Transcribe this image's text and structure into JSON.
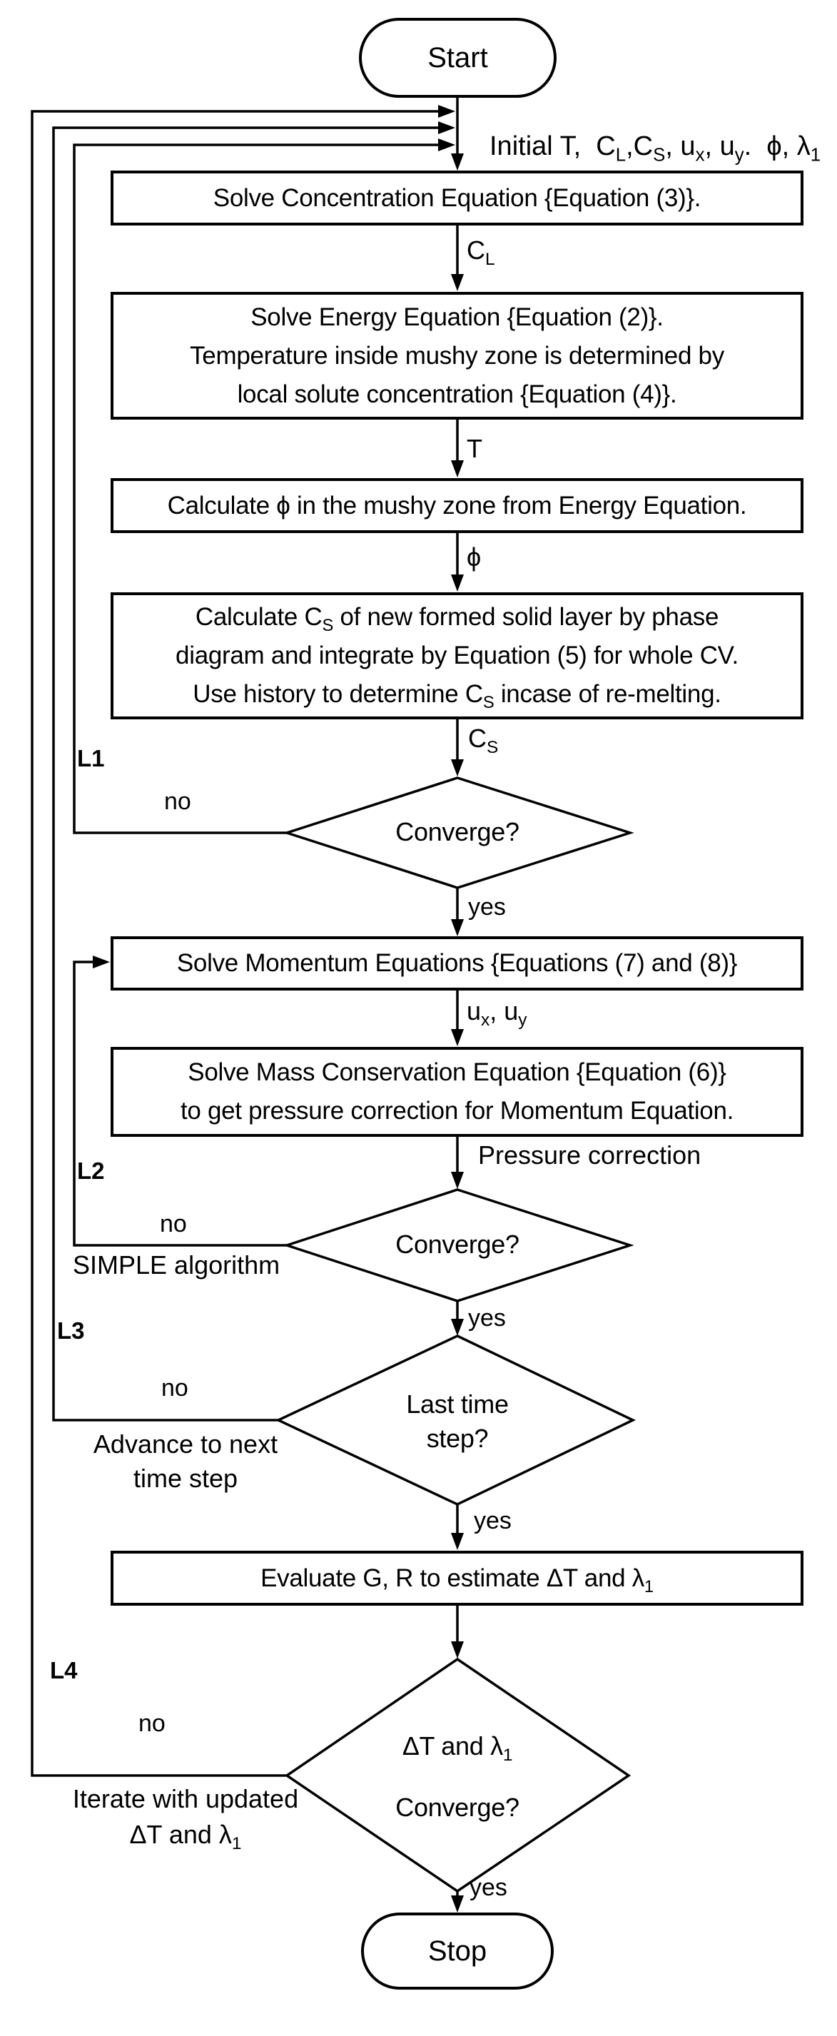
{
  "colors": {
    "stroke": "#000000",
    "background": "#ffffff"
  },
  "nodes": {
    "start": "Start",
    "stop": "Stop",
    "concentration": "Solve Concentration Equation {Equation (3)}.",
    "energy": "Solve Energy Equation {Equation (2)}.\nTemperature inside mushy zone is determined by\nlocal solute concentration {Equation (4)}.",
    "phi_calc": "Calculate ϕ in the mushy zone from Energy Equation.",
    "cs_calc": "Calculate C~S~ of new formed solid layer by phase\ndiagram and integrate by Equation (5) for whole CV.\nUse history to determine C~S~ incase of  re-melting.",
    "momentum": "Solve Momentum Equations {Equations (7) and (8)}",
    "mass": "Solve Mass Conservation Equation {Equation (6)}\nto get pressure correction for Momentum Equation.",
    "evaluate": "Evaluate G, R to estimate ΔT and λ~1~"
  },
  "diamonds": {
    "converge1": "Converge?",
    "converge2": "Converge?",
    "last_step": "Last time\nstep?",
    "final_line1": "ΔT and λ~1~",
    "final_line2": "Converge?"
  },
  "edges": {
    "initial": "Initial T,  C~L~,C~S~, u~x~, u~y~.  ϕ, λ~1~",
    "cl": "C~L~",
    "t": "T",
    "phi": "ϕ",
    "cs": "C~S~",
    "uxuy": "u~x~, u~y~",
    "pressure": "Pressure correction",
    "yes": "yes",
    "no": "no"
  },
  "loops": {
    "l1": "L1",
    "l2": "L2",
    "l3": "L3",
    "l4": "L4",
    "simple": "SIMPLE algorithm",
    "advance": "Advance to next\ntime step",
    "iterate": "Iterate with updated\nΔT and λ~1~"
  }
}
